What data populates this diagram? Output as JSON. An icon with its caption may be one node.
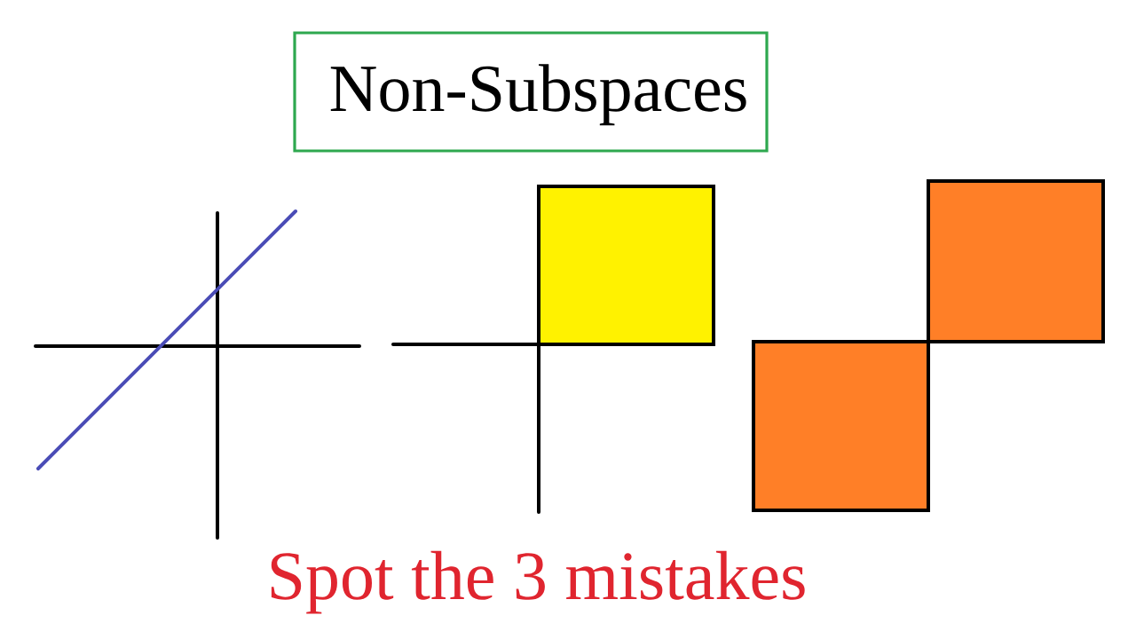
{
  "diagram": {
    "title": "Non-Subspaces",
    "nodes": [
      {
        "text": [],
        "shape": "square"
      },
      {
        "text": [],
        "shape": "square"
      },
      {
        "text": [],
        "shape": "square"
      }
    ],
    "caption": "Spot the 3 mistakes"
  }
}
